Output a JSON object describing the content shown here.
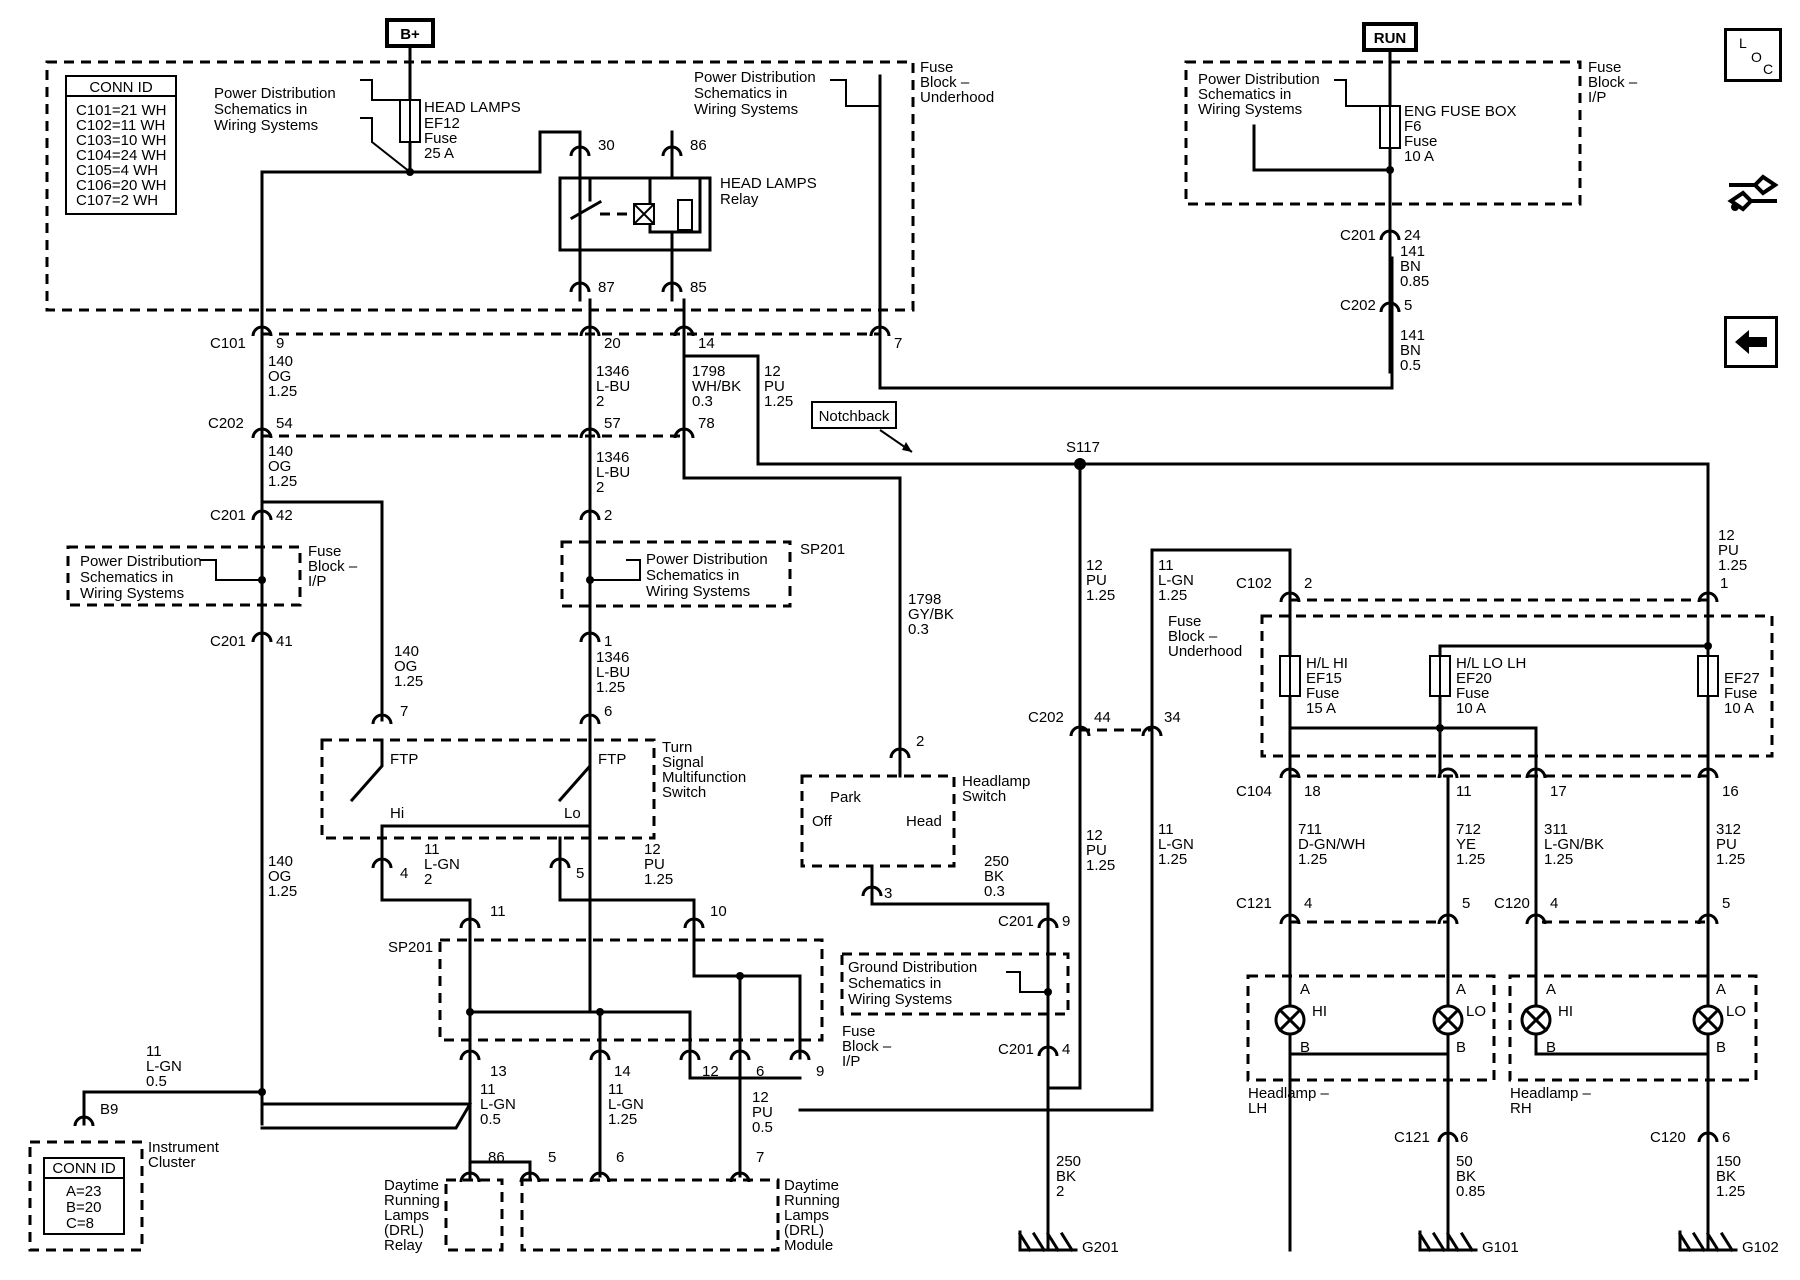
{
  "navigation": {
    "loc_letters": [
      "L",
      "O",
      "C"
    ],
    "loc_icon": "location-view-icon",
    "connector_icon": "connector-view-icon",
    "back_icon": "back-arrow-icon"
  },
  "power": {
    "b_plus": "B+",
    "run": "RUN"
  },
  "conn_id_table": {
    "title": "CONN ID",
    "rows": [
      "C101=21 WH",
      "C102=11 WH",
      "C103=10 WH",
      "C104=24 WH",
      "C105=4 WH",
      "C106=20 WH",
      "C107=2 WH"
    ]
  },
  "cluster_conn_id": {
    "title": "CONN ID",
    "rows": [
      "A=23",
      "B=20",
      "C=8"
    ]
  },
  "labels": {
    "pds1": [
      "Power Distribution",
      "Schematics in",
      "Wiring Systems"
    ],
    "pds2": [
      "Power Distribution",
      "Schematics in",
      "Wiring Systems"
    ],
    "pds3": [
      "Power Distribution",
      "Schematics in",
      "Wiring Systems"
    ],
    "pds4": [
      "Power Distribution",
      "Schematics in",
      "Wiring Systems"
    ],
    "pds5": [
      "Power Distribution",
      "Schematics in",
      "Wiring Systems"
    ],
    "gds": [
      "Ground Distribution",
      "Schematics in",
      "Wiring Systems"
    ],
    "fuse_block_underhood": [
      "Fuse",
      "Block –",
      "Underhood"
    ],
    "fuse_block_ip_top": [
      "Fuse",
      "Block –",
      "I/P"
    ],
    "fuse_block_ip_left": [
      "Fuse",
      "Block –",
      "I/P"
    ],
    "fuse_block_ip_bottom": [
      "Fuse",
      "Block –",
      "I/P"
    ],
    "fuse_block_underhood_right": [
      "Fuse",
      "Block –",
      "Underhood"
    ],
    "head_lamps_fuse": [
      "HEAD LAMPS",
      "EF12",
      "Fuse",
      "25 A"
    ],
    "eng_fuse": [
      "ENG FUSE BOX",
      "F6",
      "Fuse",
      "10 A"
    ],
    "relay": [
      "HEAD LAMPS",
      "Relay"
    ],
    "notchback": "Notchback",
    "s117": "S117",
    "sp201_top": "SP201",
    "sp201_bottom": "SP201",
    "turn_switch": [
      "Turn",
      "Signal",
      "Multifunction",
      "Switch"
    ],
    "headlamp_switch": [
      "Headlamp",
      "Switch"
    ],
    "park": "Park",
    "off": "Off",
    "head": "Head",
    "ftp": "FTP",
    "hi": "Hi",
    "lo": "Lo",
    "instrument_cluster": [
      "Instrument",
      "Cluster"
    ],
    "drl_relay": [
      "Daytime",
      "Running",
      "Lamps",
      "(DRL)",
      "Relay"
    ],
    "drl_module": [
      "Daytime",
      "Running",
      "Lamps",
      "(DRL)",
      "Module"
    ],
    "fuse_hl_hi": [
      "H/L HI",
      "EF15",
      "Fuse",
      "15 A"
    ],
    "fuse_hl_lo": [
      "H/L LO LH",
      "EF20",
      "Fuse",
      "10 A"
    ],
    "fuse_ef27": [
      "EF27",
      "Fuse",
      "10 A"
    ],
    "headlamp_lh": [
      "Headlamp –",
      "LH"
    ],
    "headlamp_rh": [
      "Headlamp –",
      "RH"
    ],
    "lamp_pin_a": "A",
    "lamp_pin_b": "B",
    "lamp_hi": "HI",
    "lamp_lo": "LO",
    "g201": "G201",
    "g101": "G101",
    "g102": "G102"
  },
  "connectors": {
    "c101": "C101",
    "c202": "C202",
    "c201": "C201",
    "c102": "C102",
    "c104": "C104",
    "c121": "C121",
    "c120": "C120",
    "b9": "B9"
  },
  "pins": [
    "30",
    "86",
    "87",
    "85",
    "9",
    "20",
    "14",
    "7",
    "54",
    "57",
    "78",
    "42",
    "2",
    "41",
    "1",
    "7",
    "6",
    "4",
    "5",
    "11",
    "10",
    "13",
    "14",
    "12",
    "6",
    "9",
    "86",
    "5",
    "6",
    "7",
    "2",
    "3",
    "9",
    "4",
    "44",
    "34",
    "2",
    "1",
    "18",
    "11",
    "17",
    "16",
    "4",
    "5",
    "4",
    "5",
    "6",
    "6",
    "24",
    "5"
  ],
  "wires": [
    [
      "140",
      "OG",
      "1.25"
    ],
    [
      "140",
      "OG",
      "1.25"
    ],
    [
      "140",
      "OG",
      "1.25"
    ],
    [
      "140",
      "OG",
      "1.25"
    ],
    [
      "1346",
      "L-BU",
      "2"
    ],
    [
      "1346",
      "L-BU",
      "2"
    ],
    [
      "1346",
      "L-BU",
      "1.25"
    ],
    [
      "1798",
      "WH/BK",
      "0.3"
    ],
    [
      "12",
      "PU",
      "1.25"
    ],
    [
      "1798",
      "GY/BK",
      "0.3"
    ],
    [
      "11",
      "L-GN",
      "2"
    ],
    [
      "12",
      "PU",
      "1.25"
    ],
    [
      "250",
      "BK",
      "0.3"
    ],
    [
      "11",
      "L-GN",
      "0.5"
    ],
    [
      "11",
      "L-GN",
      "0.5"
    ],
    [
      "11",
      "L-GN",
      "1.25"
    ],
    [
      "12",
      "PU",
      "0.5"
    ],
    [
      "12",
      "PU",
      "1.25"
    ],
    [
      "11",
      "L-GN",
      "1.25"
    ],
    [
      "12",
      "PU",
      "1.25"
    ],
    [
      "11",
      "L-GN",
      "1.25"
    ],
    [
      "12",
      "PU",
      "1.25"
    ],
    [
      "711",
      "D-GN/WH",
      "1.25"
    ],
    [
      "712",
      "YE",
      "1.25"
    ],
    [
      "311",
      "L-GN/BK",
      "1.25"
    ],
    [
      "312",
      "PU",
      "1.25"
    ],
    [
      "250",
      "BK",
      "2"
    ],
    [
      "50",
      "BK",
      "0.85"
    ],
    [
      "150",
      "BK",
      "1.25"
    ],
    [
      "141",
      "BN",
      "0.85"
    ],
    [
      "141",
      "BN",
      "0.5"
    ]
  ]
}
